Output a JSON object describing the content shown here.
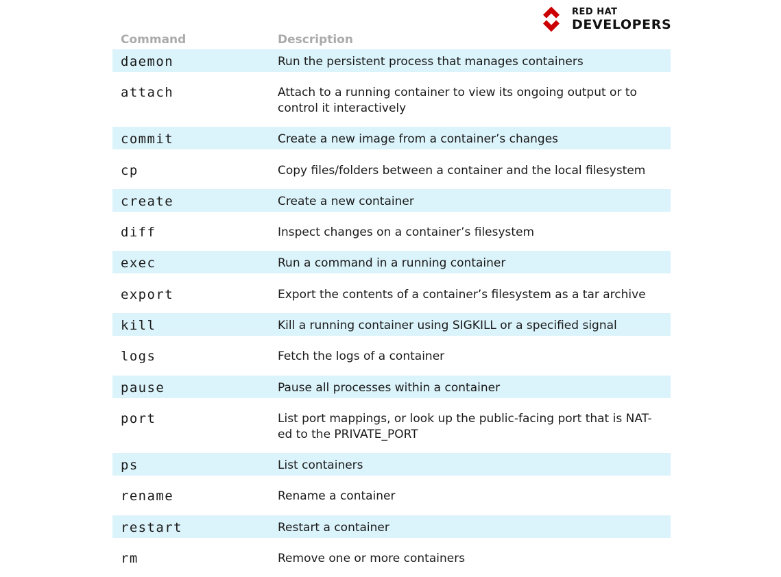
{
  "logo": {
    "line1": "RED HAT",
    "line2": "DEVELOPERS",
    "brand_color": "#cc0000"
  },
  "table": {
    "headers": {
      "command": "Command",
      "description": "Description"
    },
    "header_color": "#aaaaaa",
    "shade_color": "#dbf3fa",
    "rows": [
      {
        "command": "daemon",
        "description": "Run the persistent process that manages containers"
      },
      {
        "command": "attach",
        "description": "Attach to a running container to view its ongoing output or to control it interactively"
      },
      {
        "command": "commit",
        "description": "Create a new image from a container’s changes"
      },
      {
        "command": "cp",
        "description": "Copy files/folders between a container and the local filesystem"
      },
      {
        "command": "create",
        "description": "Create a new container"
      },
      {
        "command": "diff",
        "description": "Inspect changes on a container’s filesystem"
      },
      {
        "command": "exec",
        "description": "Run a command in a running container"
      },
      {
        "command": "export",
        "description": "Export the contents of a container’s filesystem as a tar archive"
      },
      {
        "command": "kill",
        "description": "Kill a running container using SIGKILL or a specified signal"
      },
      {
        "command": "logs",
        "description": "Fetch the logs of a container"
      },
      {
        "command": "pause",
        "description": "Pause all processes within a container"
      },
      {
        "command": "port",
        "description": "List port mappings, or look up the public-facing port that is NAT-ed to the PRIVATE_PORT"
      },
      {
        "command": "ps",
        "description": "List containers"
      },
      {
        "command": "rename",
        "description": "Rename a container"
      },
      {
        "command": "restart",
        "description": "Restart a container"
      },
      {
        "command": "rm",
        "description": "Remove one or more containers"
      }
    ]
  }
}
